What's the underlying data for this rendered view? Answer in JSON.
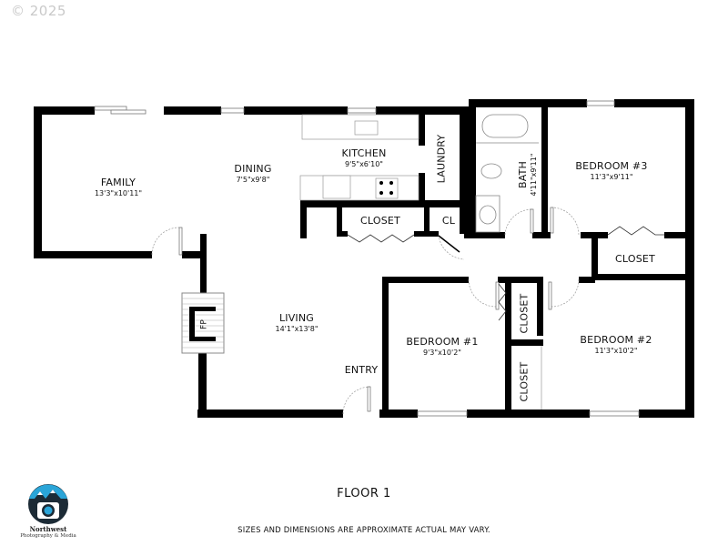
{
  "copyright": "© 2025",
  "floor_title": "FLOOR 1",
  "disclaimer": "SIZES AND DIMENSIONS ARE APPROXIMATE ACTUAL MAY VARY.",
  "logo": {
    "line1": "Northwest",
    "line2": "Photography & Media",
    "colors": {
      "sky": "#2aa5d8",
      "dark": "#1c2b36",
      "snow": "#ffffff"
    }
  },
  "rooms": {
    "family": {
      "name": "FAMILY",
      "dim": "13'3\"x10'11\""
    },
    "dining": {
      "name": "DINING",
      "dim": "7'5\"x9'8\""
    },
    "kitchen": {
      "name": "KITCHEN",
      "dim": "9'5\"x6'10\""
    },
    "laundry": {
      "name": "LAUNDRY"
    },
    "bath": {
      "name": "BATH",
      "dim": "4'11\"x9'11\""
    },
    "bedroom3": {
      "name": "BEDROOM #3",
      "dim": "11'3\"x9'11\""
    },
    "closet_kitchen": {
      "name": "CLOSET"
    },
    "cl": {
      "name": "CL"
    },
    "closet_bed3": {
      "name": "CLOSET"
    },
    "living": {
      "name": "LIVING",
      "dim": "14'1\"x13'8\""
    },
    "fireplace": {
      "name": "FP"
    },
    "entry": {
      "name": "ENTRY"
    },
    "bedroom1": {
      "name": "BEDROOM #1",
      "dim": "9'3\"x10'2\""
    },
    "closet_bed1": {
      "name": "CLOSET"
    },
    "closet_bed2": {
      "name": "CLOSET"
    },
    "bedroom2": {
      "name": "BEDROOM #2",
      "dim": "11'3\"x10'2\""
    }
  },
  "colors": {
    "wall": "#000000",
    "background": "#ffffff",
    "fixture": "#555555"
  }
}
